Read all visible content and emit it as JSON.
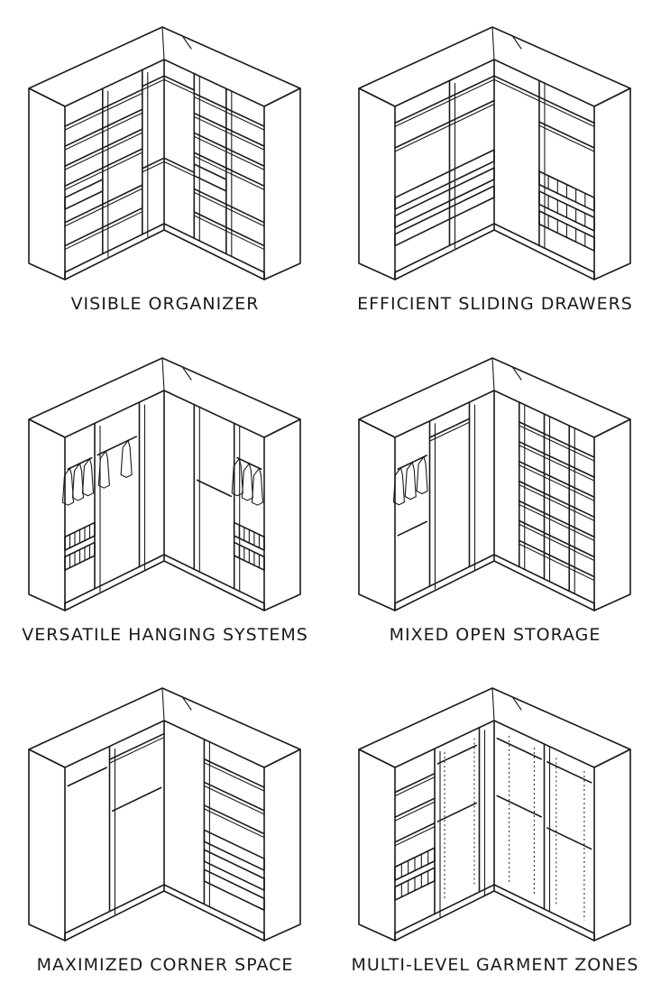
{
  "panels": [
    {
      "id": "visible-organizer",
      "label": "VISIBLE ORGANIZER"
    },
    {
      "id": "efficient-sliding-drawers",
      "label": "EFFICIENT SLIDING DRAWERS"
    },
    {
      "id": "versatile-hanging-systems",
      "label": "VERSATILE HANGING SYSTEMS"
    },
    {
      "id": "mixed-open-storage",
      "label": "MIXED OPEN STORAGE"
    },
    {
      "id": "maximized-corner-space",
      "label": "MAXIMIZED CORNER SPACE"
    },
    {
      "id": "multi-level-garment-zones",
      "label": "MULTI-LEVEL GARMENT ZONES"
    }
  ]
}
